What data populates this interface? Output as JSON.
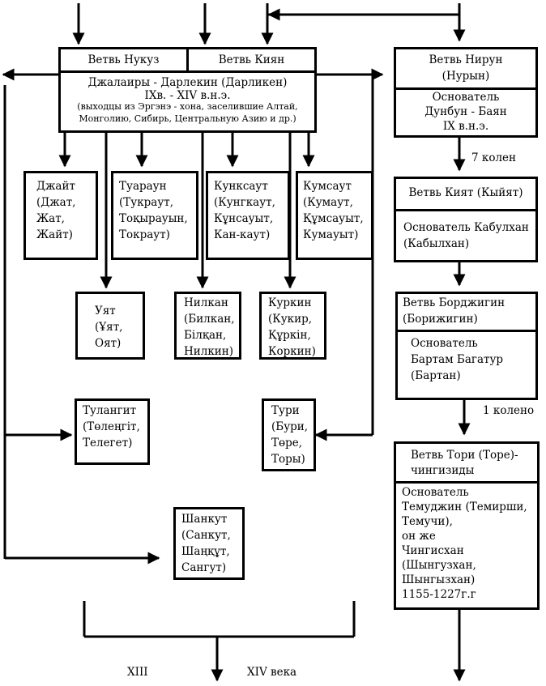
{
  "left": {
    "branch_nukuz": "Ветвь Нукуз",
    "branch_kiyan": "Ветвь Киян",
    "main_title": "Джалаиры - Дарлекин (Дарликен)",
    "main_period": "IXв. - XIV в.н.э.",
    "main_note_1": "(выходцы из Эргэнэ - хона, заселившие Алтай,",
    "main_note_2": "Монголию, Сибирь, Центральную Азию и др.)",
    "tribes": {
      "jait": "Джайт\n(Джат,\nЖат,\nЖайт)",
      "tuaraun": "Туараун\n(Тукраут,\nТоқырауын,\nТокраут)",
      "kunksaut": "Кунксаут\n(Кунгкаут,\nКұнсауыт,\nКан-каут)",
      "kumsaut": "Кумсаут\n(Кумаут,\nҚұмсауыт,\nКумауыт)",
      "uyat": "Уят\n(Ұят,\nОят)",
      "nilkan": "Нилкан\n(Билкан,\nБілқан,\nНилкин)",
      "kurkin": "Куркин\n(Кукир,\nҚұркін,\nКоркин)",
      "tulangit": "Тулангит\n(Төлеңгіт,\nТелегет)",
      "turi": "Тури\n(Бури,\nТөре,\nТоры)",
      "shankut": "Шанкут\n(Санкут,\nШаңқұт,\nСангут)"
    },
    "era_xiii": "XIII",
    "era_xiv": "XIV века"
  },
  "right": {
    "nirun_title": "Ветвь Нирун\n(Нурын)",
    "nirun_founder": "Основатель\nДунбун - Баян\nIX в.н.э.",
    "gen_7": "7 колен",
    "kiyat_title": "Ветвь Кият (Кыйят)",
    "kiyat_founder": "Основатель Кабулхан\n(Кабылхан)",
    "borjigin_title": "Ветвь Борджигин\n(Борижигин)",
    "borjigin_founder": "Основатель\nБартам Багатур\n(Бартан)",
    "gen_1": "1 колено",
    "tori_title": "Ветвь Тори (Торе)-\nчингизиды",
    "tori_founder": "Основатель\nТемуджин (Темирши,\nТемучи),\nон же\nЧингисхан\n(Шынгузхан,\nШынгызхан)\n1155-1227г.г"
  }
}
